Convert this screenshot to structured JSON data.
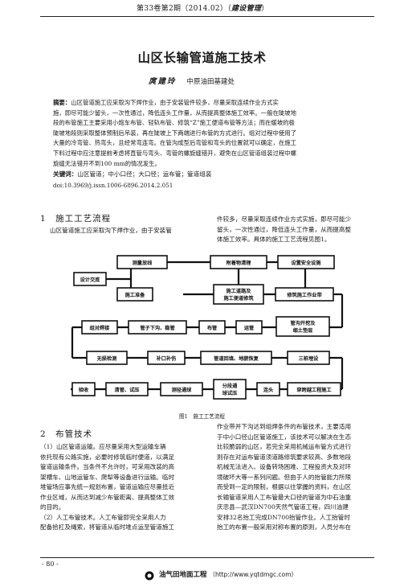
{
  "header": {
    "issue": "第33卷第2期（2014.02）（",
    "journal": "建设管理",
    "close_paren": "）"
  },
  "title": "山区长输管道施工技术",
  "author": {
    "name": "庹建玲",
    "affiliation": "中原油田基建处"
  },
  "abstract": {
    "label": "摘要：",
    "lines": [
      "山区管道施工应采取沟下焊作业，由于安装管件较多，尽量采取连续作业方式实",
      "施，即尽可能少留头，一次性通过，降低连头工作量，从而提高整体施工效率。一般在陡坡地",
      "段的布管施工主要采用小炮车布管、轻轨布管、修筑“Z”施工便道布管等方法；而在缓坡的极",
      "陡坡地段则采取整体预制后吊装，再在陡坡上下两端进行布管的方式进行。组对过程中使用了",
      "大量的冷弯管、热弯头，且经常弯连弯。在管沟成型后弯管和弯头的位置就可以确定，在施工",
      "下料过程中应注意提前考虑将直管与弯头、弯管的螺旋缝错开，避免在山区管道组装过程中螺",
      "旋缝无法错开不到100 mm的情况发生。"
    ]
  },
  "keywords": {
    "label": "关键词：",
    "text": "山区管道；中小口径；大口径；运布管；管道组装"
  },
  "doi": "doi:10.3969/j.issn.1006-6896.2014.2.051",
  "section1": {
    "heading": "1　施工工艺流程",
    "left_lines": [
      "山区管道施工应采取沟下焊作业，由于安装管"
    ],
    "right_lines": [
      "件较多，尽量采取连续作业方式实施，即尽可能少",
      "留头，一次性通过，降低连头工作量，从而提高整",
      "体施工效率。具体的施工工艺流程见图1。"
    ]
  },
  "figure": {
    "caption": "图1　施工工艺流程",
    "boxes": {
      "survey": "测量放线",
      "design": "设计交底",
      "construction_prep": "施工准备",
      "pipe_purchase": "附着物清理",
      "road": [
        "施工道路及",
        "施工便道修筑"
      ],
      "safety": "设置安全设施",
      "row": "修筑施工作业带",
      "weld": "组对焊接",
      "trench_pipe": "管子下沟、稳管",
      "distribute": "布管",
      "transport": "运管",
      "trench_dig": [
        "管沟开挖及",
        "细土垫层"
      ],
      "nd_test": "无损检测",
      "repair": "补口补伤",
      "backfill": "管道回填、地貌恢复",
      "markers": "三桩埋设",
      "acceptance": "验收",
      "cleaning": "清管、试压",
      "connection": "测径通球",
      "section_test": [
        "分段通",
        "球试压"
      ],
      "tie_in": "连头",
      "crossing": "穿跨越工程施工"
    }
  },
  "section2": {
    "heading": "2　布管技术",
    "left_lines": [
      "（1）山区管道运输。应尽量采用大型运输车辆",
      "依托现有公路实施，必要时修筑临时便道，以满足",
      "管道运输条件。当条件不允许时，可采用改装的高",
      "架槽车、山地运管车、爬犁等设备进行运输。临时",
      "堆管场应事先统一规划布置，管道运输应尽量抵近",
      "作业区域，从而达到减少布管距离、提高整体工效",
      "的目的。",
      "（2）人工布管技术。人工布管即完全采用人力",
      "配备拾杠及绳索，将管道从临时堆点运至管道施工"
    ],
    "right_lines": [
      "作业带并下沟达到组焊条件的布管技术，主要适用",
      "于中小口径山区管道施工，该技术可以解决在生态",
      "比较脆弱的山区，若完全采用机械运布管方式进行",
      "则存在对运布管道须道路修筑要求较高、多数地段",
      "机械无法进入、设备转场困难、工程投资大及对环",
      "境破坏大等一系列问题。但由于人的抬管能力所限",
      "而受到一定的限制，根据以往掌握的资料，在山区",
      "长输管道采用人工布管最大口径的管道为中石油重",
      "庆忠县—武汉DN700天然气管道工程，四川油建",
      "安排32名抬工完成DN700抬管作业。人工抬管时",
      "抬工的布置一般采用对称布置的原则，人员分布在"
    ]
  },
  "page_number": "- 80 -",
  "footer": {
    "journal": "油气田地面工程",
    "url": "（http://www.yqtdmgc.com）"
  }
}
